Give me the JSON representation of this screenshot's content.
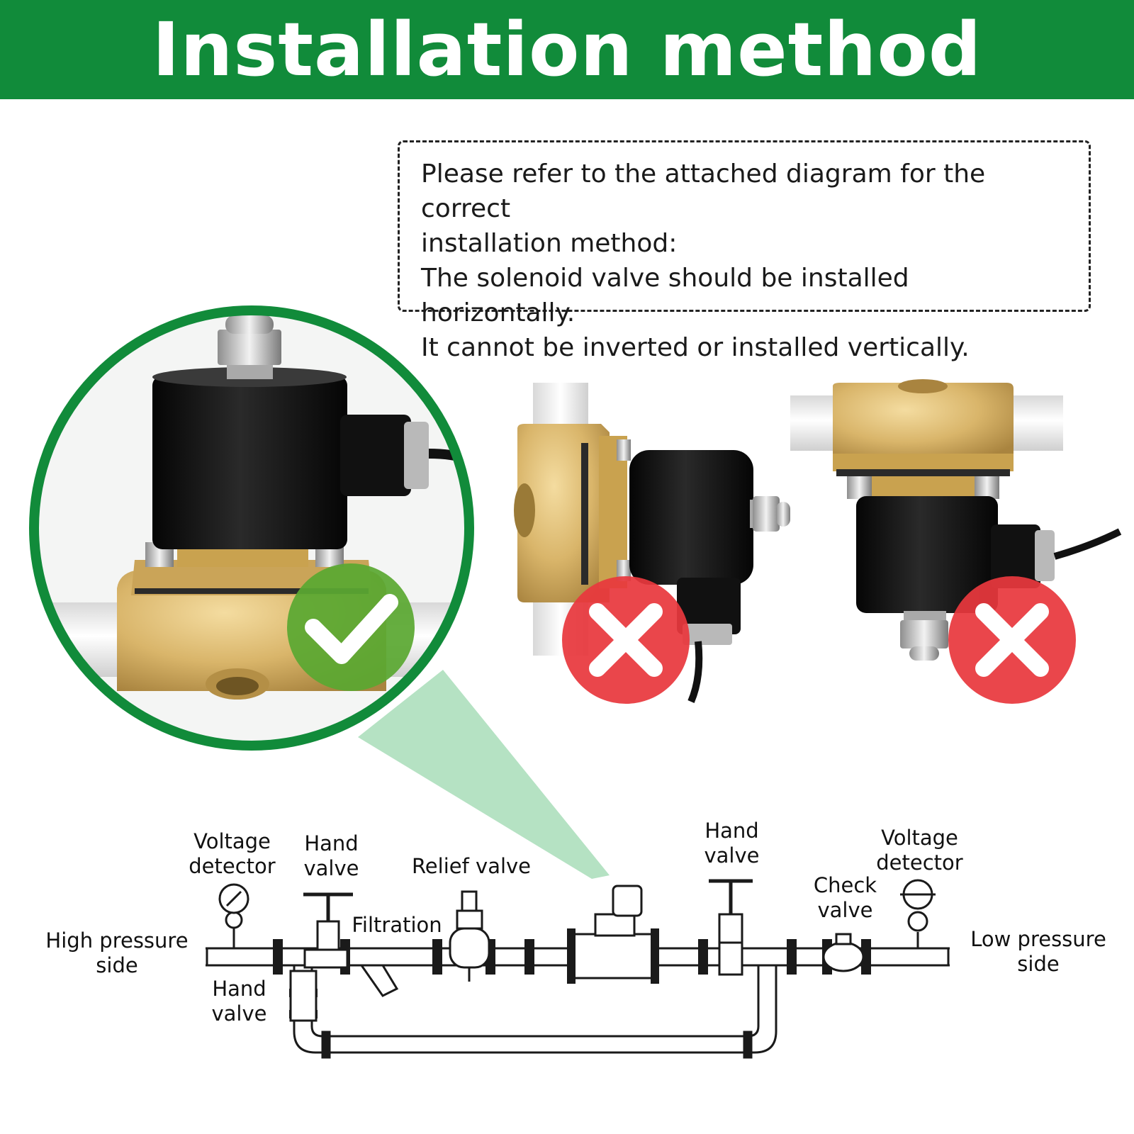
{
  "header": {
    "title": "Installation method"
  },
  "instructions": {
    "line1": "Please refer to the attached diagram for the correct",
    "line2": "installation method:",
    "line3": "The solenoid valve should be installed horizontally.",
    "line4": "It cannot be inverted or installed vertically."
  },
  "diagram": {
    "labels": {
      "high_pressure_1": "High pressure",
      "high_pressure_2": "side",
      "voltage_detector_left_1": "Voltage",
      "voltage_detector_left_2": "detector",
      "hand_valve_top_1": "Hand",
      "hand_valve_top_2": "valve",
      "hand_valve_bottom_1": "Hand",
      "hand_valve_bottom_2": "valve",
      "filtration": "Filtration",
      "relief_valve": "Relief valve",
      "hand_valve_right_1": "Hand",
      "hand_valve_right_2": "valve",
      "check_valve_1": "Check",
      "check_valve_2": "valve",
      "voltage_detector_right_1": "Voltage",
      "voltage_detector_right_2": "detector",
      "low_pressure_1": "Low pressure",
      "low_pressure_2": "side"
    }
  },
  "colors": {
    "brand_green": "#118b3a",
    "check_green": "#5aa832",
    "cross_red": "#e8383d",
    "brass": "#d9b56a"
  },
  "icons": [
    "check-icon",
    "cross-icon",
    "cross-icon"
  ]
}
